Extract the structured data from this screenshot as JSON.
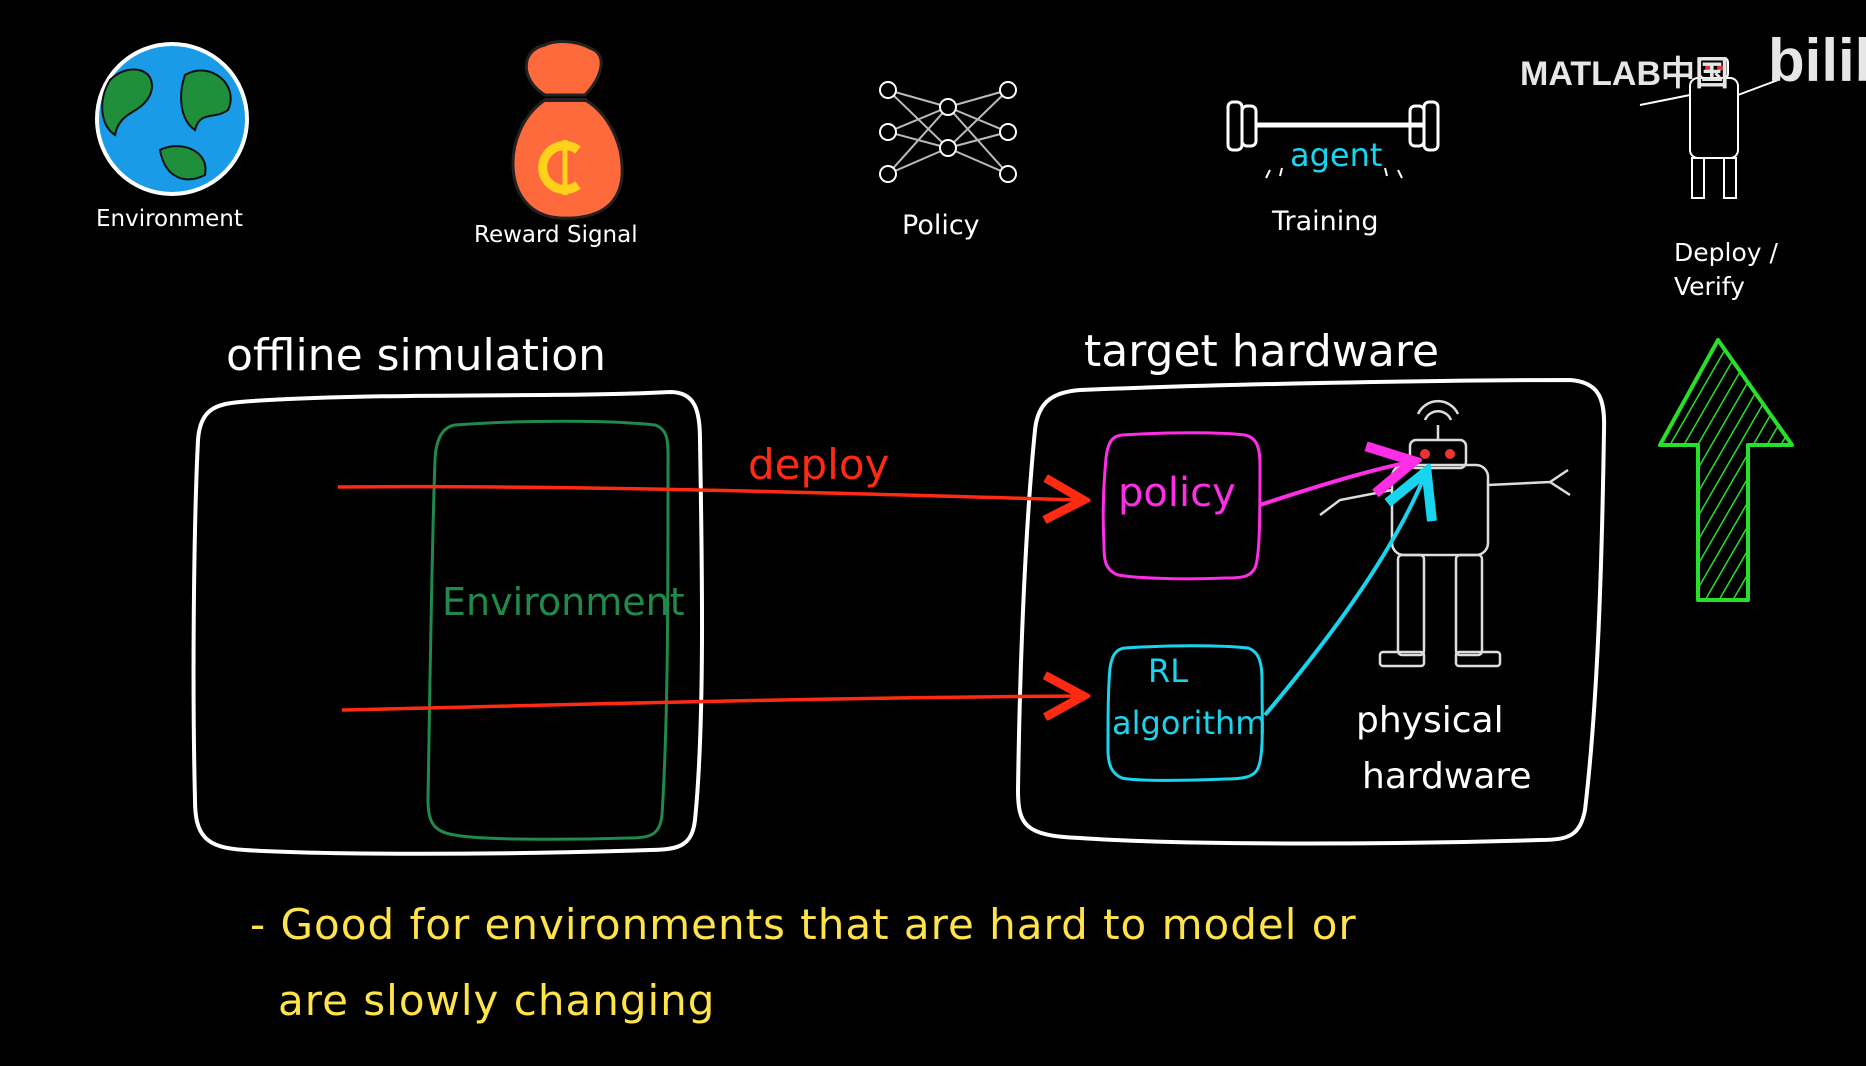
{
  "header": {
    "items": [
      {
        "label": "Environment"
      },
      {
        "label": "Reward Signal"
      },
      {
        "label": "Policy"
      },
      {
        "label": "Training",
        "badge": "agent"
      },
      {
        "label": "Deploy /\nVerify"
      }
    ]
  },
  "watermark": {
    "brand": "MATLAB中国",
    "site": "bilib"
  },
  "offline": {
    "title": "offline simulation",
    "environment_label": "Environment"
  },
  "target": {
    "title": "target hardware",
    "policy_label": "policy",
    "rl_label_1": "RL",
    "rl_label_2": "algorithm",
    "hardware_label_1": "physical",
    "hardware_label_2": "hardware"
  },
  "arrow": {
    "label": "deploy"
  },
  "notes": {
    "line1": "- Good for environments that are hard to model or",
    "line2": "are slowly changing"
  },
  "colors": {
    "white": "#ffffff",
    "green_box": "#1f8a4c",
    "red_arrow": "#ff2a12",
    "magenta": "#ff2ee6",
    "cyan": "#19d4ee",
    "yellow": "#ffe34a",
    "bright_green": "#27e02a"
  }
}
